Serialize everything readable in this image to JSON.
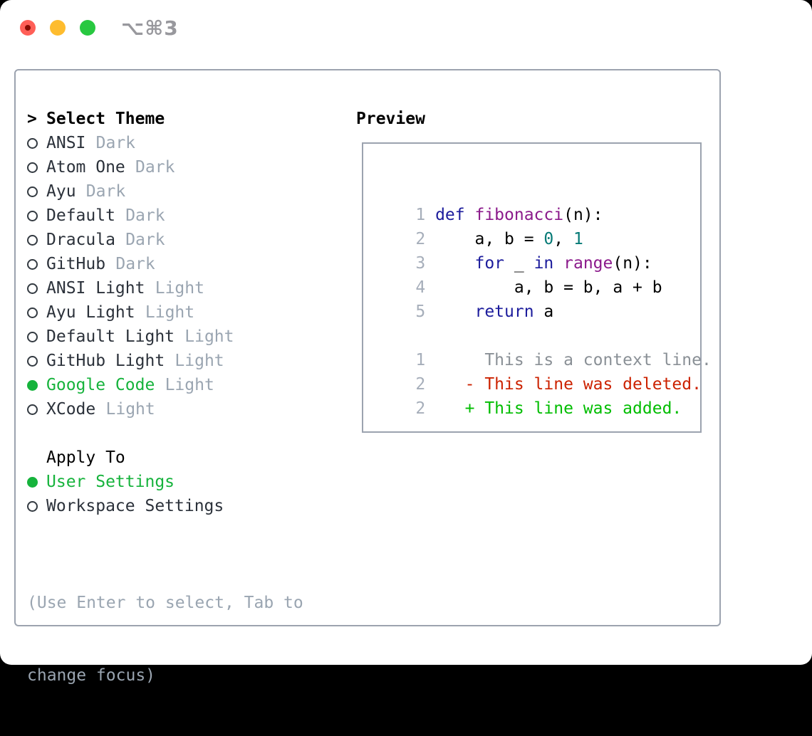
{
  "titlebar": {
    "title": "⌥⌘3",
    "traffic_lights": [
      "close",
      "minimize",
      "zoom"
    ]
  },
  "theme_panel": {
    "prompt": ">",
    "header": "Select Theme",
    "themes": [
      {
        "name": "ANSI",
        "variant": "Dark",
        "selected": false
      },
      {
        "name": "Atom One",
        "variant": "Dark",
        "selected": false
      },
      {
        "name": "Ayu",
        "variant": "Dark",
        "selected": false
      },
      {
        "name": "Default",
        "variant": "Dark",
        "selected": false
      },
      {
        "name": "Dracula",
        "variant": "Dark",
        "selected": false
      },
      {
        "name": "GitHub",
        "variant": "Dark",
        "selected": false
      },
      {
        "name": "ANSI Light",
        "variant": "Light",
        "selected": false
      },
      {
        "name": "Ayu Light",
        "variant": "Light",
        "selected": false
      },
      {
        "name": "Default Light",
        "variant": "Light",
        "selected": false
      },
      {
        "name": "GitHub Light",
        "variant": "Light",
        "selected": false
      },
      {
        "name": "Google Code",
        "variant": "Light",
        "selected": true
      },
      {
        "name": "XCode",
        "variant": "Light",
        "selected": false
      }
    ],
    "apply_to": {
      "header": "Apply To",
      "options": [
        {
          "name": "User Settings",
          "selected": true
        },
        {
          "name": "Workspace Settings",
          "selected": false
        }
      ]
    },
    "hint_lines": [
      "(Use Enter to select, Tab to",
      "change focus)"
    ]
  },
  "preview": {
    "header": "Preview",
    "code_lines": [
      {
        "num": "1",
        "tokens": [
          {
            "t": "def ",
            "c": "kwd"
          },
          {
            "t": "fibonacci",
            "c": "typ"
          },
          {
            "t": "(n):",
            "c": "pln"
          }
        ]
      },
      {
        "num": "2",
        "tokens": [
          {
            "t": "    a, b = ",
            "c": "pln"
          },
          {
            "t": "0",
            "c": "lit"
          },
          {
            "t": ", ",
            "c": "pln"
          },
          {
            "t": "1",
            "c": "lit"
          }
        ]
      },
      {
        "num": "3",
        "tokens": [
          {
            "t": "    ",
            "c": "pln"
          },
          {
            "t": "for",
            "c": "kwd"
          },
          {
            "t": " _ ",
            "c": "pln"
          },
          {
            "t": "in",
            "c": "kwd"
          },
          {
            "t": " ",
            "c": "pln"
          },
          {
            "t": "range",
            "c": "typ"
          },
          {
            "t": "(n):",
            "c": "pln"
          }
        ]
      },
      {
        "num": "4",
        "tokens": [
          {
            "t": "        a, b = b, a + b",
            "c": "pln"
          }
        ]
      },
      {
        "num": "5",
        "tokens": [
          {
            "t": "    ",
            "c": "pln"
          },
          {
            "t": "return",
            "c": "kwd"
          },
          {
            "t": " a",
            "c": "pln"
          }
        ]
      }
    ],
    "diff_lines": [
      {
        "num": "1",
        "text": "     This is a context line.",
        "type": "context"
      },
      {
        "num": "2",
        "text": "   - This line was deleted.",
        "type": "deleted"
      },
      {
        "num": "2",
        "text": "   + This line was added.",
        "type": "added"
      }
    ]
  },
  "colors": {
    "border_gray": "#9ca3af",
    "selected_green": "#16b33c",
    "added_green": "#00bd00",
    "deleted_red": "#cc2200",
    "context_gray": "#8a9096",
    "keyword_blue": "#1c1c9c",
    "function_purple": "#8b1a8b",
    "literal_teal": "#067a76",
    "muted_gray": "#9aa5b1",
    "linenum_gray": "#a6aeba",
    "traffic_red": "#ff5f57",
    "traffic_yellow": "#febc2e",
    "traffic_green": "#28c840",
    "title_gray": "#98989d"
  }
}
